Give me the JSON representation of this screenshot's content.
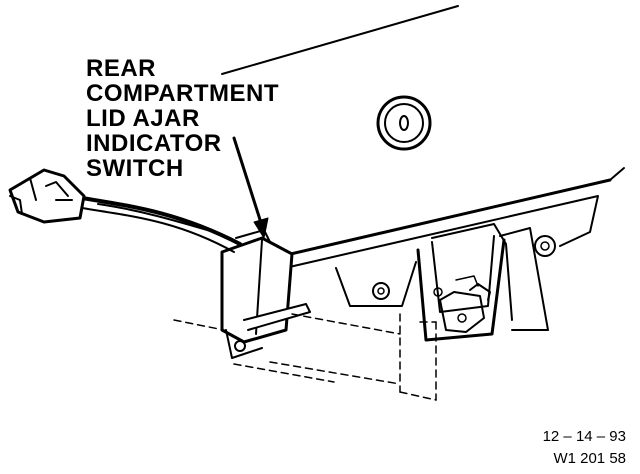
{
  "callout": {
    "lines": [
      "REAR",
      "COMPARTMENT",
      "LID AJAR",
      "INDICATOR",
      "SWITCH"
    ]
  },
  "footer": {
    "date_code": "12 – 14 – 93",
    "figure_code": "W1 201 58"
  },
  "colors": {
    "ink": "#000000",
    "paper": "#ffffff"
  }
}
